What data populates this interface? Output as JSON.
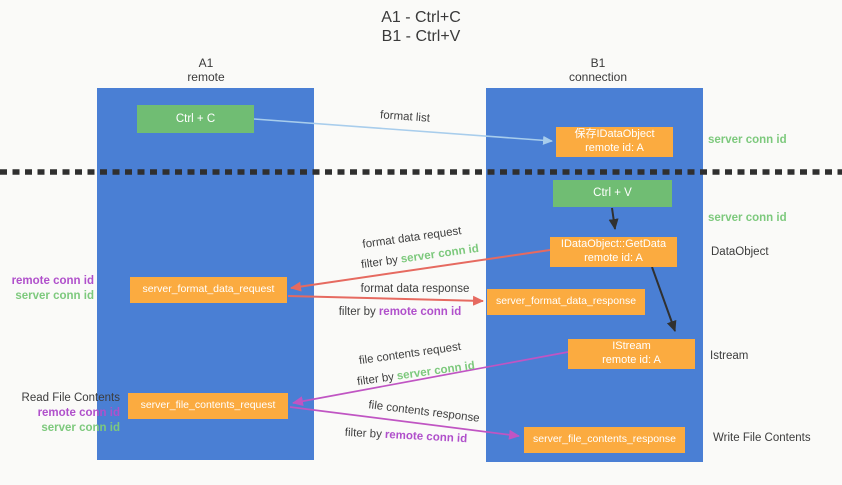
{
  "title": {
    "line1": "A1 - Ctrl+C",
    "line2": "B1 - Ctrl+V"
  },
  "columns": {
    "left": {
      "header_line1": "A1",
      "header_line2": "remote"
    },
    "right": {
      "header_line1": "B1",
      "header_line2": "connection"
    }
  },
  "nodes": {
    "ctrl_c": "Ctrl + C",
    "ctrl_v": "Ctrl + V",
    "save_idataobject": {
      "line1": "保存IDataObject",
      "line2": "remote id: A"
    },
    "getdata": {
      "line1": "IDataObject::GetData",
      "line2": "remote id: A"
    },
    "istream": {
      "line1": "IStream",
      "line2": "remote id: A"
    },
    "server_format_data_request": "server_format_data_request",
    "server_format_data_response": "server_format_data_response",
    "server_file_contents_request": "server_file_contents_request",
    "server_file_contents_response": "server_file_contents_response"
  },
  "labels": {
    "format_list": "format list",
    "format_data_request": "format data request",
    "format_data_response": "format data response",
    "file_contents_request": "file contents request",
    "file_contents_response": "file contents response",
    "filter_by": "filter by",
    "server_conn_id": "server conn id",
    "remote_conn_id": "remote conn id",
    "read_file_contents": "Read File Contents",
    "write_file_contents": "Write File Contents",
    "dataobject": "DataObject",
    "istream_side": "Istream"
  },
  "colors": {
    "column_blue": "#4a7fd4",
    "box_green": "#70bd73",
    "box_orange": "#fbab40",
    "text_green": "#7dc97d",
    "text_purple": "#b050cb",
    "arrow_red": "#e66a60",
    "arrow_magenta": "#c055c3",
    "arrow_light_blue": "#a8cdec",
    "arrow_black": "#303030",
    "dashed_line": "#2f2f2f"
  }
}
